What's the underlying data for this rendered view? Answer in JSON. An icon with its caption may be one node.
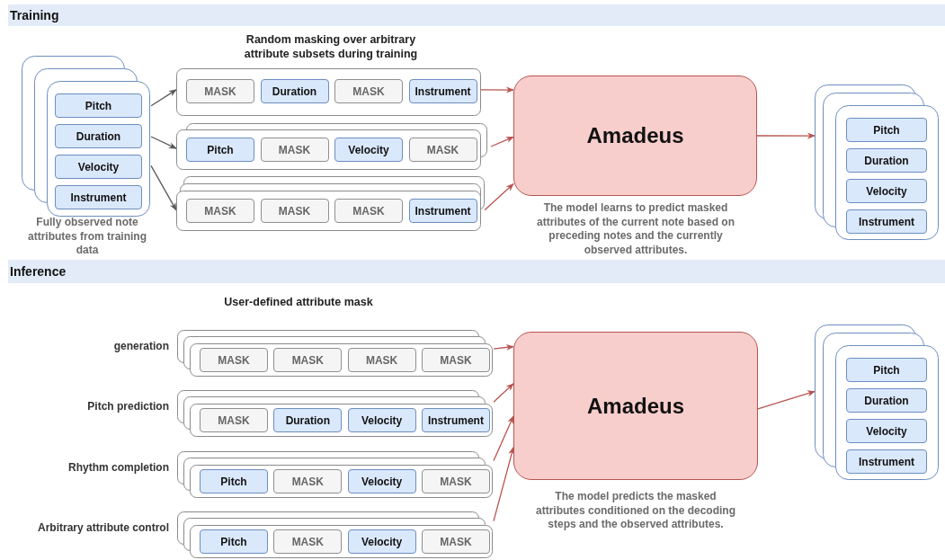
{
  "diagram": {
    "nodes": [
      {
        "text": [
          "Training"
        ]
      },
      {
        "text": [],
        "shape": "box",
        "beside": [
          "Fully observed note attributes from training data"
        ]
      },
      {
        "text": [
          "Pitch"
        ],
        "in": 1
      },
      {
        "text": [
          "Duration"
        ],
        "in": 1
      },
      {
        "text": [
          "Velocity"
        ],
        "in": 1
      },
      {
        "text": [
          "Instrument"
        ],
        "in": 1
      },
      {
        "text": [],
        "shape": "box"
      },
      {
        "text": [
          "MASK"
        ],
        "in": 6
      },
      {
        "text": [
          "Duration"
        ],
        "in": 6
      },
      {
        "text": [
          "MASK"
        ],
        "in": 6
      },
      {
        "text": [
          "Instrument"
        ],
        "in": 6
      },
      {
        "text": [],
        "shape": "box"
      },
      {
        "text": [
          "Pitch"
        ],
        "in": 11
      },
      {
        "text": [
          "MASK"
        ],
        "in": 11
      },
      {
        "text": [
          "Velocity"
        ],
        "in": 11
      },
      {
        "text": [
          "MASK"
        ],
        "in": 11
      },
      {
        "text": [],
        "shape": "box"
      },
      {
        "text": [
          "MASK"
        ],
        "in": 16
      },
      {
        "text": [
          "MASK"
        ],
        "in": 16
      },
      {
        "text": [
          "MASK"
        ],
        "in": 16
      },
      {
        "text": [
          "Instrument"
        ],
        "in": 16
      },
      {
        "text": [
          "Amadeus"
        ],
        "beside": [
          "The model learns to predict masked attributes of the current note based on preceding notes and the currently observed attributes."
        ]
      },
      {
        "text": [],
        "shape": "box"
      },
      {
        "text": [
          "Pitch"
        ],
        "in": 22
      },
      {
        "text": [
          "Duration"
        ],
        "in": 22
      },
      {
        "text": [
          "Velocity"
        ],
        "in": 22
      },
      {
        "text": [
          "Instrument"
        ],
        "in": 22
      },
      {
        "text": [
          "Inference"
        ]
      },
      {
        "text": [],
        "shape": "box",
        "beside": [
          "generation"
        ]
      },
      {
        "text": [
          "MASK"
        ],
        "in": 28
      },
      {
        "text": [
          "MASK"
        ],
        "in": 28
      },
      {
        "text": [
          "MASK"
        ],
        "in": 28
      },
      {
        "text": [
          "MASK"
        ],
        "in": 28
      },
      {
        "text": [],
        "shape": "box",
        "beside": [
          "Pitch prediction"
        ]
      },
      {
        "text": [
          "MASK"
        ],
        "in": 33
      },
      {
        "text": [
          "Duration"
        ],
        "in": 33
      },
      {
        "text": [
          "Velocity"
        ],
        "in": 33
      },
      {
        "text": [
          "Instrument"
        ],
        "in": 33
      },
      {
        "text": [],
        "shape": "box",
        "beside": [
          "Rhythm completion"
        ]
      },
      {
        "text": [
          "Pitch"
        ],
        "in": 38
      },
      {
        "text": [
          "MASK"
        ],
        "in": 38
      },
      {
        "text": [
          "Velocity"
        ],
        "in": 38
      },
      {
        "text": [
          "MASK"
        ],
        "in": 38
      },
      {
        "text": [],
        "shape": "box",
        "beside": [
          "Arbitrary attribute control"
        ]
      },
      {
        "text": [
          "Pitch"
        ],
        "in": 43
      },
      {
        "text": [
          "MASK"
        ],
        "in": 43
      },
      {
        "text": [
          "Velocity"
        ],
        "in": 43
      },
      {
        "text": [
          "MASK"
        ],
        "in": 43
      },
      {
        "text": [
          "Amadeus"
        ],
        "beside": [
          "The model predicts the masked attributes conditioned on the decoding steps and the observed attributes."
        ]
      },
      {
        "text": [],
        "shape": "box"
      },
      {
        "text": [
          "Pitch"
        ],
        "in": 49
      },
      {
        "text": [
          "Duration"
        ],
        "in": 49
      },
      {
        "text": [
          "Velocity"
        ],
        "in": 49
      },
      {
        "text": [
          "Instrument"
        ],
        "in": 49
      }
    ],
    "edges": [
      {
        "from": 1,
        "to": 6,
        "arrow": "to",
        "color": "#595959"
      },
      {
        "from": 1,
        "to": 11,
        "arrow": "to",
        "color": "#595959"
      },
      {
        "from": 1,
        "to": 16,
        "arrow": "to",
        "color": "#595959"
      },
      {
        "from": 6,
        "to": 21,
        "arrow": "to"
      },
      {
        "from": 11,
        "to": 21,
        "arrow": "to"
      },
      {
        "from": 16,
        "to": 21,
        "arrow": "to"
      },
      {
        "from": 21,
        "to": 22,
        "arrow": "to"
      },
      {
        "from": 28,
        "to": 48,
        "arrow": "to"
      },
      {
        "from": 33,
        "to": 48,
        "arrow": "to"
      },
      {
        "from": 38,
        "to": 48,
        "arrow": "to"
      },
      {
        "from": 43,
        "to": 48,
        "arrow": "to"
      },
      {
        "from": 48,
        "to": 49,
        "arrow": "to"
      }
    ],
    "labels": [
      "Random masking over arbitrary attribute subsets during training",
      "User-defined attribute mask"
    ]
  }
}
